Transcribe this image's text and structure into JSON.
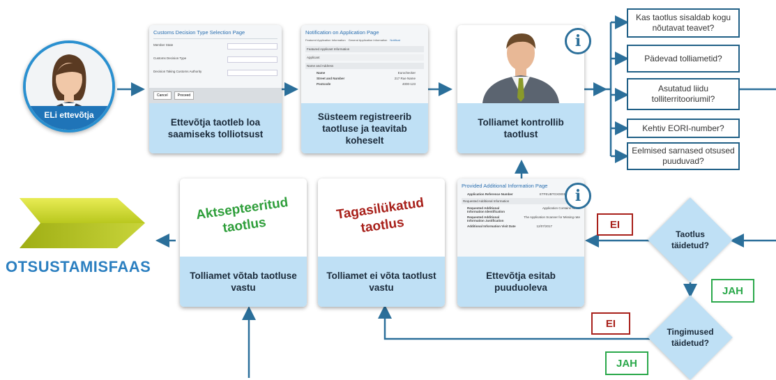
{
  "person": {
    "label": "ELi ettevõtja"
  },
  "cards": {
    "apply": {
      "caption": "Ettevõtja taotleb loa saamiseks tolliotsust",
      "shot_title": "Customs Decision Type Selection Page",
      "rows": [
        "Member State",
        "Customs Decision Type",
        "Decision Taking Customs Authority"
      ],
      "buttons": [
        "Cancel",
        "Proceed"
      ]
    },
    "register": {
      "caption": "Süsteem registreerib taotluse ja teavitab koheselt",
      "shot_title": "Notification on Application Page",
      "tabs": [
        "Featured Application Information",
        "General Application Information",
        "Notificat"
      ],
      "rows": [
        "Featured Applicant Information",
        "Applicant",
        "Name and Address"
      ],
      "fields": [
        [
          "Name",
          "Eurochecker"
        ],
        [
          "Street and Number",
          "217 Rue Name"
        ],
        [
          "Postcode",
          "4000-123"
        ]
      ]
    },
    "check": {
      "caption": "Tolliamet kontrollib taotlust"
    },
    "provide": {
      "caption": "Ettevõtja esitab puuduoleva",
      "shot_title": "Provided Additional Information Page",
      "rows": [
        "Application Reference Number",
        "Requested Additional Information",
        "Requested Additional Information Identification",
        "Requested Additional Information Justification",
        "Additional Information Visit Date"
      ],
      "values": [
        "ETFEUBTGX0001-2017-9B0",
        "",
        "Application Contains All Re",
        "The Application Scanner for Missing rate",
        "12/07/2017"
      ]
    },
    "reject": {
      "caption": "Tolliamet ei võta taotlust vastu",
      "stamp": "Tagasilükatud taotlus"
    },
    "accept": {
      "caption": "Tolliamet võtab taotluse vastu",
      "stamp": "Aktsepteeritud taotlus"
    }
  },
  "questions": [
    "Kas taotlus sisaldab kogu nõutavat teavet?",
    "Pädevad tolliametid?",
    "Asutatud liidu tolliterritooriumil?",
    "Kehtiv EORI-number?",
    "Eelmised sarnased otsused puuduvad?"
  ],
  "decisions": {
    "complete": "Taotlus täidetud?",
    "conditions": "Tingimused täidetud?"
  },
  "labels": {
    "ei": "EI",
    "jah": "JAH",
    "info": "i"
  },
  "phase": {
    "label": "OTSUSTAMISFAAS"
  },
  "colors": {
    "arrow": "#2b6f9a",
    "card_bottom": "#bfe0f5",
    "accept": "#2e9e3a",
    "reject": "#a8201a",
    "phase_text": "#2b7fc0"
  }
}
